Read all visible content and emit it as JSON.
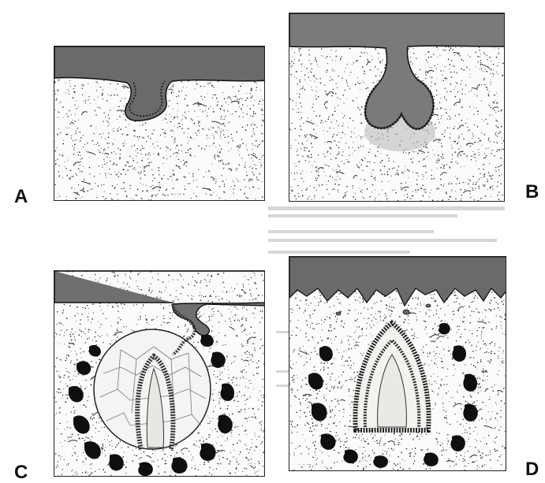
{
  "figure": {
    "panels": [
      {
        "id": "A",
        "label": "A"
      },
      {
        "id": "B",
        "label": "B"
      },
      {
        "id": "C",
        "label": "C"
      },
      {
        "id": "D",
        "label": "D"
      }
    ],
    "colors": {
      "ink": "#1a1a1a",
      "epithelium": "#5a5a5a",
      "background": "#fbfbfa",
      "bleed_through": "#c8c8c8"
    }
  }
}
